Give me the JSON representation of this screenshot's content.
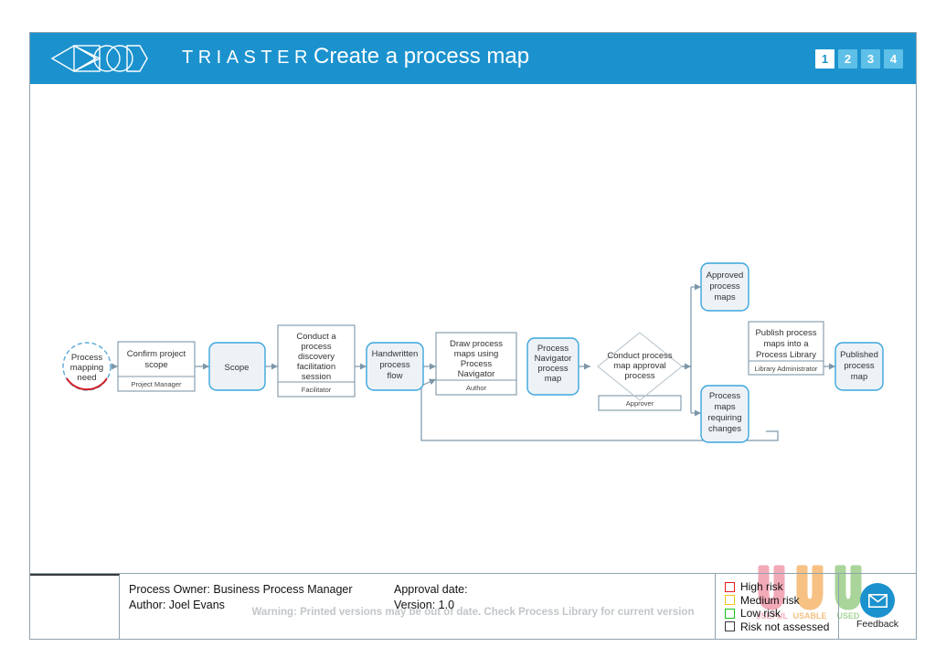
{
  "header": {
    "brand": "TRIASTER",
    "logo_icon": "triaster-logo-icon",
    "title": "Create a process map",
    "page_badges": [
      {
        "label": "1",
        "active": true
      },
      {
        "label": "2",
        "active": false
      },
      {
        "label": "3",
        "active": false
      },
      {
        "label": "4",
        "active": false
      }
    ],
    "accent_color": "#1b92ce",
    "badge_inactive_color": "#5ec0e8"
  },
  "flow": {
    "nodes": {
      "start": {
        "lines": [
          "Process",
          "mapping",
          "need"
        ],
        "shape": "circle",
        "border": "#5ba9d6",
        "accent": "#d41f26"
      },
      "confirm_scope": {
        "lines": [
          "Confirm project",
          "scope"
        ],
        "role": "Project Manager",
        "shape": "process"
      },
      "scope": {
        "lines": [
          "Scope"
        ],
        "shape": "data"
      },
      "conduct_discovery": {
        "lines": [
          "Conduct a",
          "process",
          "discovery",
          "facilitation",
          "session"
        ],
        "role": "Facilitator",
        "shape": "process"
      },
      "handwritten_flow": {
        "lines": [
          "Handwritten",
          "process",
          "flow"
        ],
        "shape": "data"
      },
      "draw_maps": {
        "lines": [
          "Draw process",
          "maps using",
          "Process",
          "Navigator"
        ],
        "role": "Author",
        "shape": "process"
      },
      "navigator_map": {
        "lines": [
          "Process",
          "Navigator",
          "process",
          "map"
        ],
        "shape": "data"
      },
      "approval_decision": {
        "lines": [
          "Conduct process",
          "map approval",
          "process"
        ],
        "role": "Approver",
        "shape": "decision"
      },
      "approved_maps": {
        "lines": [
          "Approved",
          "process",
          "maps"
        ],
        "shape": "data"
      },
      "maps_requiring_changes": {
        "lines": [
          "Process",
          "maps",
          "requiring",
          "changes"
        ],
        "shape": "data"
      },
      "publish_maps": {
        "lines": [
          "Publish process",
          "maps into a",
          "Process Library"
        ],
        "role": "Library Administrator",
        "shape": "process"
      },
      "published_map": {
        "lines": [
          "Published",
          "process",
          "map"
        ],
        "shape": "data"
      }
    },
    "colors": {
      "process_border": "#7d97a8",
      "data_border": "#3ba6dd",
      "data_fill": "#edf2f7",
      "connector": "#7d97a8"
    }
  },
  "uuu": {
    "items": [
      {
        "label": "USEFUL",
        "color": "#f2aab8"
      },
      {
        "label": "USABLE",
        "color": "#f6c183"
      },
      {
        "label": "USED",
        "color": "#a9d49a"
      }
    ]
  },
  "warning": {
    "text": "Warning: Printed versions may be out of date. Check Process Library for current version"
  },
  "footer": {
    "meta_left": [
      "Process Owner: Business Process Manager",
      "Author: Joel Evans"
    ],
    "meta_right": [
      "Approval date:",
      "Version: 1.0"
    ],
    "risk_legend": [
      {
        "label": "High risk",
        "color": "#e81d1d"
      },
      {
        "label": "Medium risk",
        "color": "#f5c518"
      },
      {
        "label": "Low risk",
        "color": "#14c414"
      },
      {
        "label": "Risk not assessed",
        "color": "#3a3a3a"
      }
    ],
    "feedback": {
      "label": "Feedback",
      "icon": "envelope-icon"
    }
  }
}
